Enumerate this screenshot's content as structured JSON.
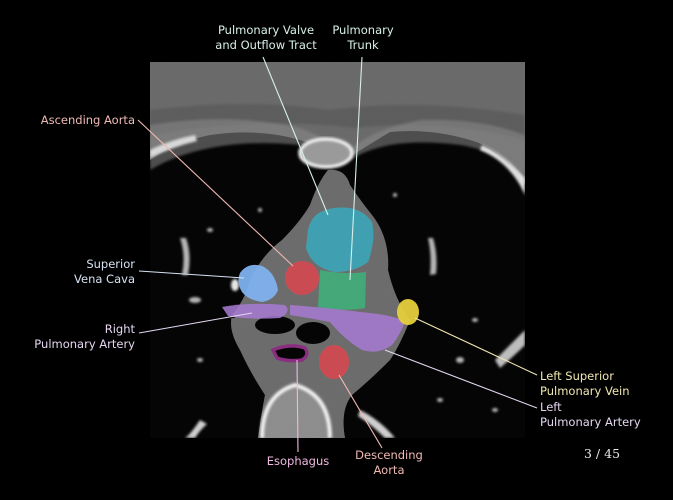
{
  "figure": {
    "type": "axial CT chest with segmentation overlay",
    "page_counter": "3 / 45"
  },
  "colors": {
    "background": "#000000",
    "pulmonary_outflow": "#3aa6b9",
    "pulmonary_trunk": "#3fae7a",
    "ascending_aorta": "#d24a4f",
    "descending_aorta": "#d24a4f",
    "svc": "#7fb1ee",
    "pulmonary_arteries": "#a57ad0",
    "left_superior_pulmonary_vein": "#e6cf3a",
    "esophagus": "#8a2f80",
    "label_cyan": "#d8f0ea",
    "label_pink": "#f0b9b4",
    "label_blue": "#d6e2f2",
    "label_lavender": "#e3d6ef",
    "label_yellow": "#f0e8b0"
  },
  "labels": [
    {
      "id": "pulmonary-valve",
      "lines": [
        "Pulmonary Valve",
        "and Outflow Tract"
      ]
    },
    {
      "id": "pulmonary-trunk",
      "lines": [
        "Pulmonary",
        "Trunk"
      ]
    },
    {
      "id": "ascending-aorta",
      "lines": [
        "Ascending Aorta"
      ]
    },
    {
      "id": "superior-vena-cava",
      "lines": [
        "Superior",
        "Vena Cava"
      ]
    },
    {
      "id": "right-pulmonary-artery",
      "lines": [
        "Right",
        "Pulmonary Artery"
      ]
    },
    {
      "id": "left-superior-pulmonary-vein",
      "lines": [
        "Left Superior",
        "Pulmonary Vein"
      ]
    },
    {
      "id": "left-pulmonary-artery",
      "lines": [
        "Left",
        "Pulmonary Artery"
      ]
    },
    {
      "id": "esophagus",
      "lines": [
        "Esophagus"
      ]
    },
    {
      "id": "descending-aorta",
      "lines": [
        "Descending",
        "Aorta"
      ]
    }
  ]
}
